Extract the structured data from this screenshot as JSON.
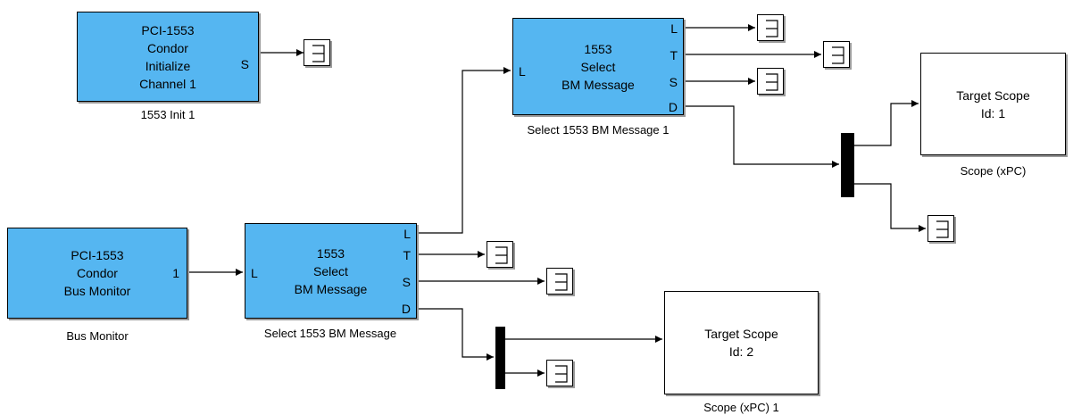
{
  "blocks": {
    "init": {
      "text": "PCI-1553\nCondor\nInitialize\nChannel 1",
      "port_s": "S",
      "caption": "1553 Init 1"
    },
    "bus_monitor": {
      "text": "PCI-1553\nCondor\nBus Monitor",
      "port_out": "1",
      "caption": "Bus Monitor"
    },
    "select_top": {
      "text": "1553\nSelect\nBM Message",
      "port_in": "L",
      "ports_out": [
        "L",
        "T",
        "S",
        "D"
      ],
      "caption": "Select 1553 BM Message 1"
    },
    "select_bottom": {
      "text": "1553\nSelect\nBM Message",
      "port_in": "L",
      "ports_out": [
        "L",
        "T",
        "S",
        "D"
      ],
      "caption": "Select 1553 BM Message"
    },
    "scope_top": {
      "text": "Target Scope\nId: 1",
      "caption": "Scope (xPC)"
    },
    "scope_bottom": {
      "text": "Target Scope\nId: 2",
      "caption": "Scope (xPC) 1"
    }
  },
  "colors": {
    "block_fill": "#55b6f1",
    "scope_fill": "#ffffff",
    "line": "#000000"
  },
  "icons": {
    "terminator": "terminator-icon",
    "mux": "mux-bar"
  }
}
